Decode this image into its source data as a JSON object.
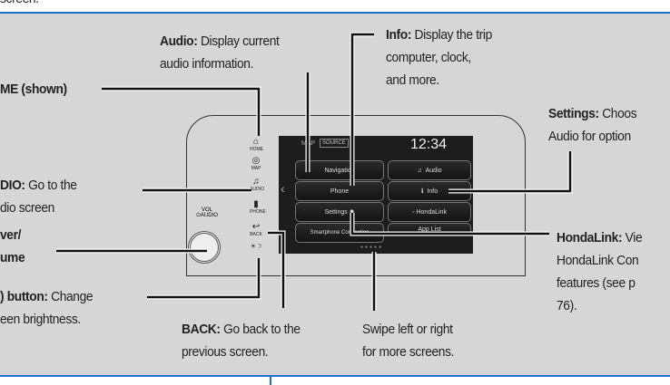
{
  "top_text": "screen.",
  "callouts": {
    "audio": {
      "bold": "Audio:",
      "line1": " Display current",
      "line2": "audio information."
    },
    "info": {
      "bold": "Info:",
      "line1": " Display the trip",
      "line2": "computer, clock,",
      "line3": "and more."
    },
    "home": {
      "bold": "ME (shown)"
    },
    "settings": {
      "bold": "Settings:",
      "line1": " Choos",
      "line2": "Audio for option"
    },
    "audio_btn": {
      "bold": "DIO:",
      "line1": " Go to the",
      "line2": "dio screen"
    },
    "volume": {
      "line1": "ver/",
      "line2": "ume"
    },
    "hondalink": {
      "bold": "HondaLink:",
      "line1": " Vie",
      "line2": "HondaLink Con",
      "line3": "features (see p",
      "line4": "76)."
    },
    "brightness": {
      "bold": ") button:",
      "line1": " Change",
      "line2": "een brightness."
    },
    "back": {
      "bold": "BACK:",
      "line1": " Go back to the",
      "line2": "previous screen."
    },
    "swipe": {
      "line1": "Swipe left or right",
      "line2": "for more screens."
    }
  },
  "panel": {
    "side_buttons": [
      {
        "icon": "home-icon",
        "label": "HOME"
      },
      {
        "icon": "map-icon",
        "label": "MAP"
      },
      {
        "icon": "audio-icon",
        "label": "AUDIO"
      },
      {
        "icon": "phone-icon",
        "label": "PHONE"
      },
      {
        "icon": "back-icon",
        "label": "BACK"
      },
      {
        "icon": "brightness-icon",
        "label": "☀☽"
      }
    ],
    "knob_label": "VOL\n⏻AUDIO",
    "screen": {
      "tabs": [
        "MAP",
        "SOURCE"
      ],
      "clock": "12:34",
      "left_buttons": [
        "Navigation",
        "Phone",
        "Settings",
        "Smartphone Connection"
      ],
      "right_buttons": [
        "Audio",
        "Info",
        "HondaLink",
        "App List"
      ]
    }
  }
}
